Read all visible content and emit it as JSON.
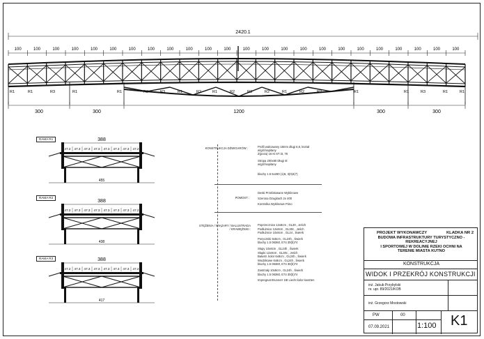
{
  "elevation": {
    "total_dimension": "2420.1",
    "top_spacings": [
      "100",
      "100",
      "100",
      "100",
      "100",
      "100",
      "100",
      "100",
      "100",
      "100",
      "100",
      "100",
      "100",
      "100",
      "100",
      "100",
      "100",
      "100",
      "100",
      "100",
      "100",
      "100",
      "100",
      "100"
    ],
    "support_labels": [
      "R1",
      "R1",
      "R3",
      "R1",
      "R1",
      "R2",
      "R3",
      "R1",
      "R2",
      "R1",
      "R2",
      "R3",
      "R2",
      "R1",
      "R2",
      "R2",
      "R1",
      "R1",
      "R3",
      "R1",
      "R1"
    ],
    "bottom_spans": [
      "300",
      "300",
      "1200",
      "300",
      "300"
    ]
  },
  "sections": [
    {
      "tag": "RAMA  R1",
      "width_label": "388",
      "tick_labels": [
        "47.2",
        "47.3",
        "47.3",
        "47.3",
        "47.3",
        "47.3",
        "47.3",
        "47.2"
      ],
      "base_label": "455"
    },
    {
      "tag": "RAMA  R2",
      "width_label": "388",
      "tick_labels": [
        "47.2",
        "47.3",
        "47.3",
        "47.3",
        "47.3",
        "47.3",
        "47.3",
        "47.2"
      ],
      "base_label": "438"
    },
    {
      "tag": "RAMA  R3",
      "width_label": "388",
      "tick_labels": [
        "47.2",
        "47.3",
        "47.3",
        "47.3",
        "47.3",
        "47.3",
        "47.3",
        "47.2"
      ],
      "base_label": "417"
    }
  ],
  "notes": {
    "group1_title": "KONSTRUKCJA  DŹWIGARÓW :",
    "group1_lines": [
      "Profil walcowany 18mm długi 6,8, kształ",
      "w/g/d kapitany",
      "Z(poza) 16 Kt 6T 3t, 78"
    ],
    "group1b_lines": [
      "Stropa 200x80 Długi 4t",
      "w/g/d kapitany"
    ],
    "group1c_lines": [
      "blachy 1.5 6x280 (1)6, 3(0)4(7)"
    ],
    "group2_title": "POMOST :",
    "group2_lines": [
      "Deski Przebitowane Wyklinowe",
      "Szerona Dzugitach 2x 400",
      "Kontrolka Wyklinowe Pimo"
    ],
    "group3_title": "STĘŻENIA / WIĄZARY / BALUSTRADA / KRAWĘŻNIKI :",
    "group3_lines": [
      "Poprzecznice 12x8cm , GL30 , Jeśch",
      "Podłużnice 12x8cm , GL30c , Jeśch",
      "Podłużnice 10x8cm , GL24 , Świerk",
      "",
      "Poręczniki 6x8cm , GL24h , Świerk",
      "blachy 1.5 06360, E74 30(b)74",
      "",
      "Słupy 10x8cm , GL24h , Świerk",
      "Słupki 12x8cm , GL30c , Jeśch",
      "Balustr. kolor 6x8cm , GL24h , Świerk",
      "Wodzikowe 6x8cm , GL24h , Świerk",
      "blachy 1.5 06360, E74 30(b)74",
      "",
      "Zastrzały 10x8cm , GL24h , Świerk",
      "blachy 1.5 06360, E74 30(b)74",
      "",
      "Impregnat Brunnerr 18t Liecht kolor kaszten"
    ]
  },
  "title_block": {
    "project_label": "PROJEKT WYKONAWCZY",
    "sheet_label": "KLADKA NR 2",
    "description": [
      "BUDOWA INFRASTRUKTURY TURYSTYCZNO -",
      "REKREACYJNEJ",
      "I SPORTOWEJ W DOLINIE RZEKI OCHNI NA",
      "TERENIE MIASTA KUTNO"
    ],
    "discipline": "KONSTRUKCJA",
    "drawing_title": "WIDOK I PRZEKRÓJ KONSTRUKCJI",
    "designer": "inż. Jakub Przybylski",
    "designer_id": "nr. upr. 89/2021/KOB",
    "checker": "inż. Grzegorz Mostowski",
    "stage": "PW",
    "revision": "00",
    "date": "07.09.2021",
    "scale": "1:100",
    "sheet_number": "K1"
  }
}
